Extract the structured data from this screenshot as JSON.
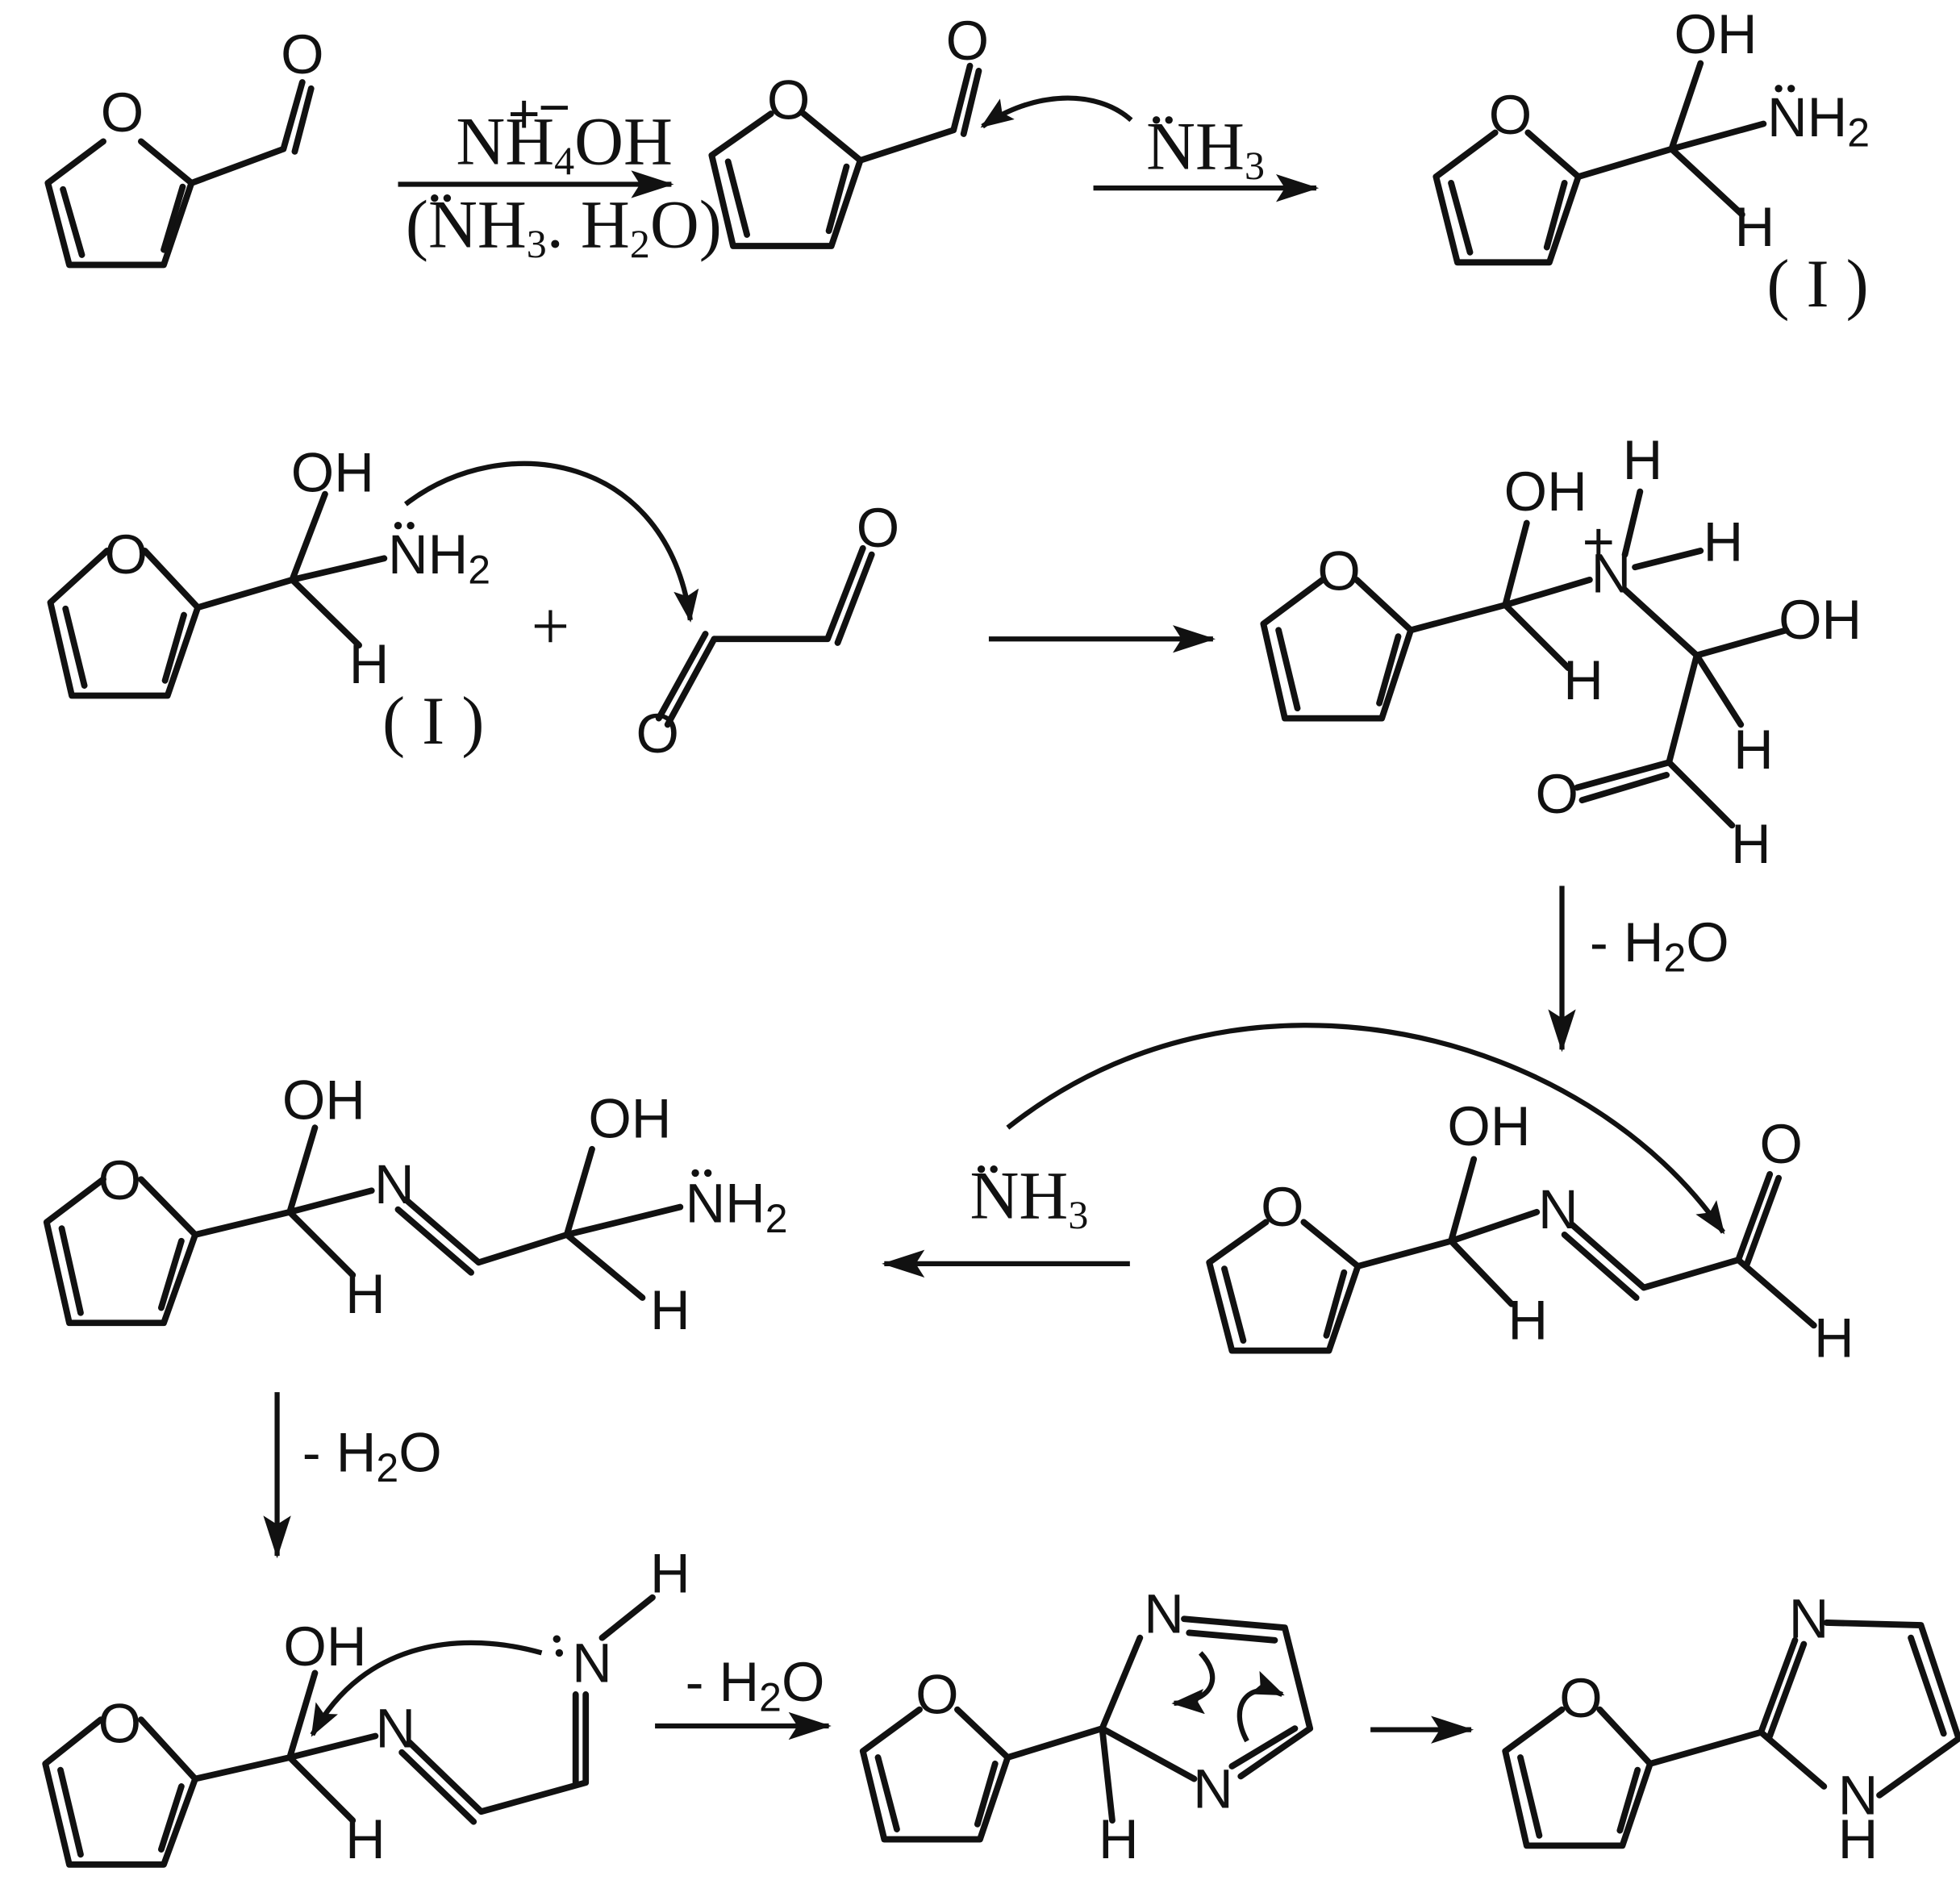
{
  "atoms": {
    "oxygen": "O",
    "nitrogen": "N",
    "hydrogen": "H",
    "hydroxyl": "OH",
    "amine_group": "NH",
    "two": "2",
    "plus_charge": "+",
    "minus_charge": "−"
  },
  "reagents": {
    "ammonium_hydroxide": {
      "n": "NH",
      "four": "4",
      "oh": "OH"
    },
    "ammonia_water": {
      "open": "(",
      "nh": "NH",
      "three": "3",
      "dot_h": ". H",
      "two": "2",
      "close": "O)"
    },
    "ammonia": {
      "nh": "NH",
      "three": "3"
    },
    "water_loss": {
      "text": "- H",
      "two": "2",
      "o": "O"
    },
    "plus_sign": "+"
  },
  "labels": {
    "intermediate_i": "( I )"
  },
  "colors": {
    "ink": "#111111",
    "background": "#ffffff"
  }
}
